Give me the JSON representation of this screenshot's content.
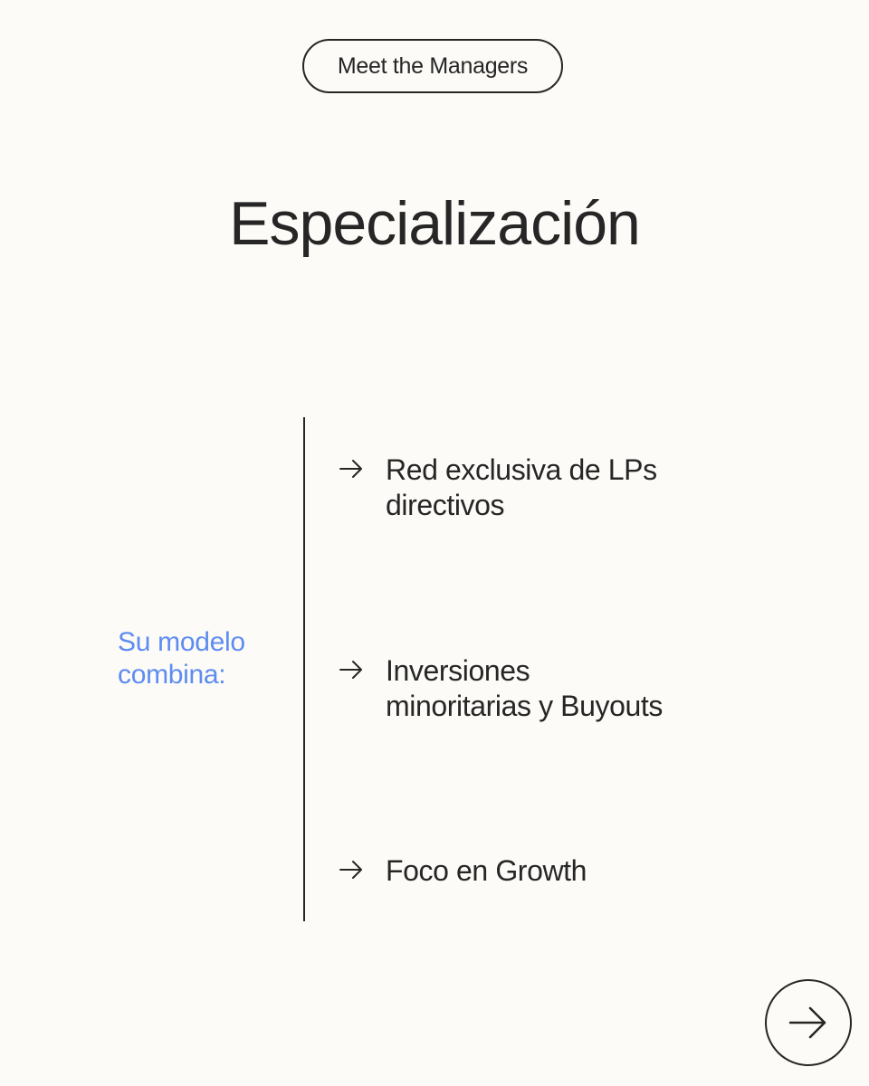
{
  "header": {
    "pill_label": "Meet the Managers"
  },
  "title": "Especialización",
  "lead": {
    "line1": "Su modelo",
    "line2": "combina:"
  },
  "items": [
    {
      "line1": "Red exclusiva de LPs",
      "line2": "directivos"
    },
    {
      "line1": "Inversiones",
      "line2": "minoritarias y Buyouts"
    },
    {
      "line1": "Foco en Growth"
    }
  ],
  "icons": {
    "bullet": "arrow-right-icon",
    "next": "arrow-right-icon"
  },
  "colors": {
    "background": "#fcfbf7",
    "text": "#262626",
    "accent": "#5e8cf0"
  }
}
